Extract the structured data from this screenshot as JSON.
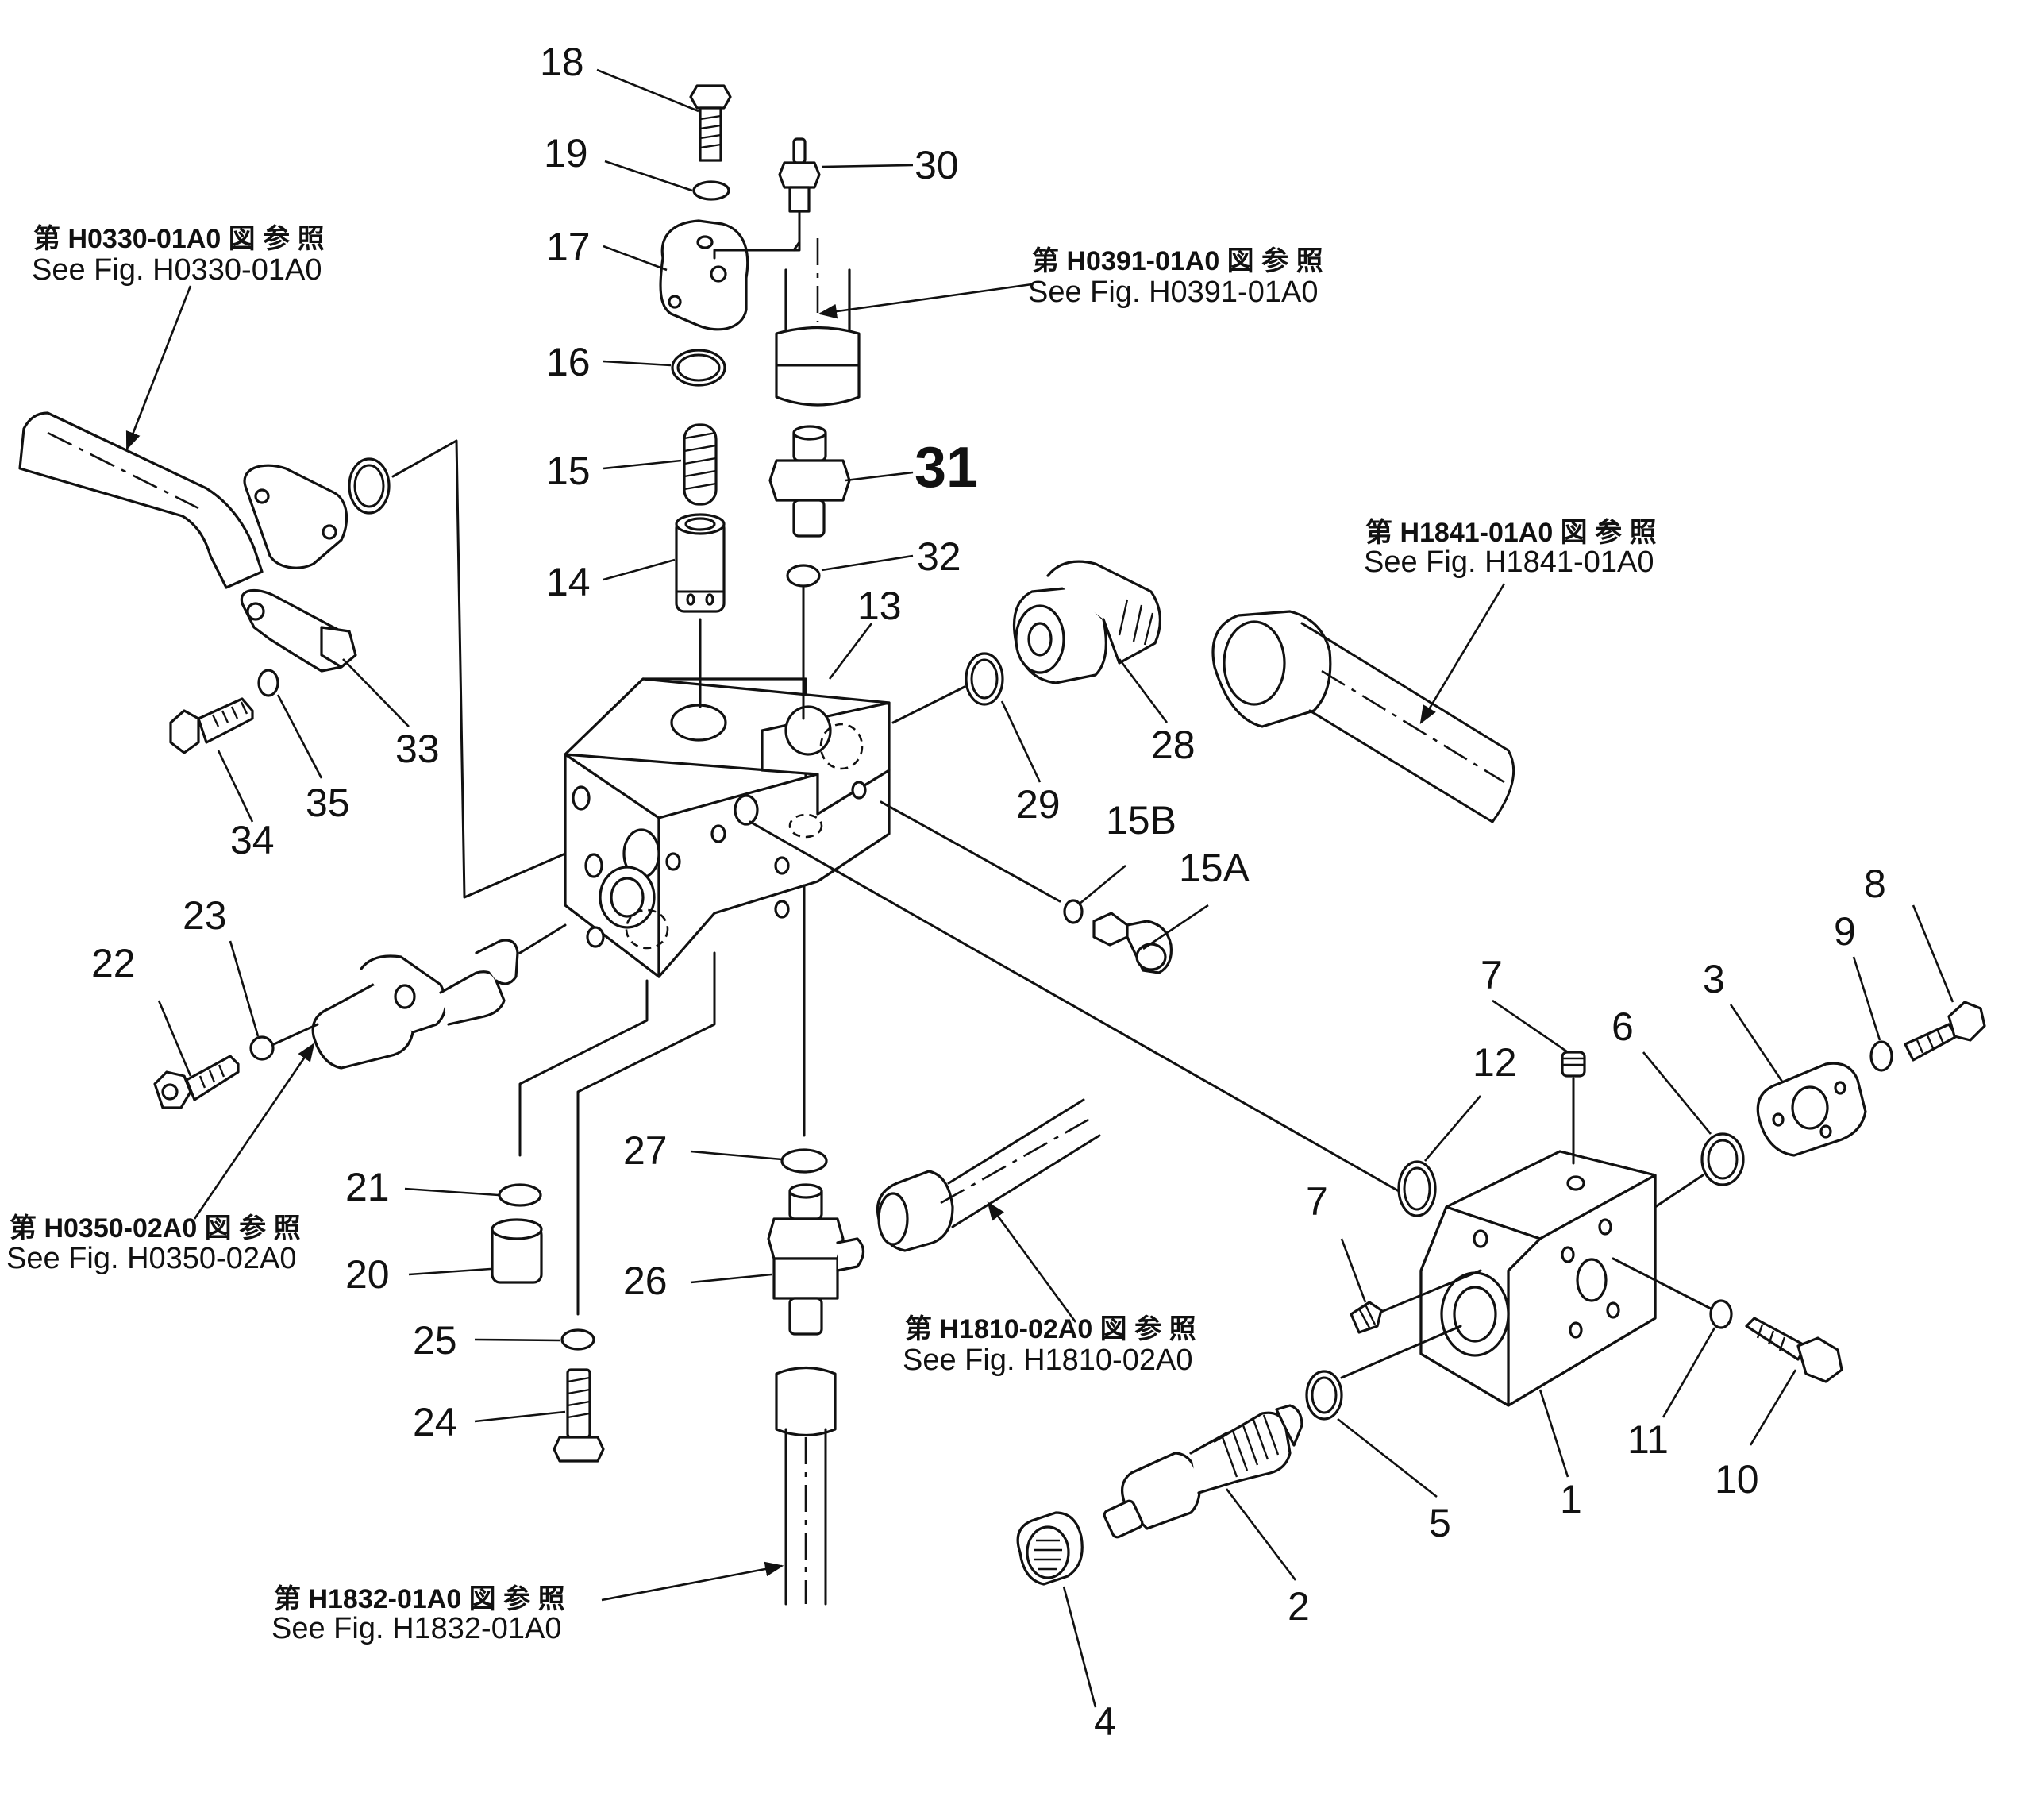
{
  "callouts": {
    "c1": "1",
    "c2": "2",
    "c3": "3",
    "c4": "4",
    "c5": "5",
    "c6": "6",
    "c7a": "7",
    "c7b": "7",
    "c8": "8",
    "c9": "9",
    "c10": "10",
    "c11": "11",
    "c12": "12",
    "c13": "13",
    "c14": "14",
    "c15": "15",
    "c15a": "15A",
    "c15b": "15B",
    "c16": "16",
    "c17": "17",
    "c18": "18",
    "c19": "19",
    "c20": "20",
    "c21": "21",
    "c22": "22",
    "c23": "23",
    "c24": "24",
    "c25": "25",
    "c26": "26",
    "c27": "27",
    "c28": "28",
    "c29": "29",
    "c30": "30",
    "c31": "31",
    "c32": "32",
    "c33": "33",
    "c34": "34",
    "c35": "35"
  },
  "references": {
    "h0330": {
      "jp": "第 H0330-01A0 図 参 照",
      "en": "See Fig. H0330-01A0"
    },
    "h0391": {
      "jp": "第 H0391-01A0 図 参 照",
      "en": "See Fig. H0391-01A0"
    },
    "h1841": {
      "jp": "第 H1841-01A0 図 参 照",
      "en": "See Fig. H1841-01A0"
    },
    "h0350": {
      "jp": "第 H0350-02A0 図 参 照",
      "en": "See Fig. H0350-02A0"
    },
    "h1810": {
      "jp": "第 H1810-02A0 図 参 照",
      "en": "See Fig. H1810-02A0"
    },
    "h1832": {
      "jp": "第 H1832-01A0 図 参 照",
      "en": "See Fig. H1832-01A0"
    }
  }
}
